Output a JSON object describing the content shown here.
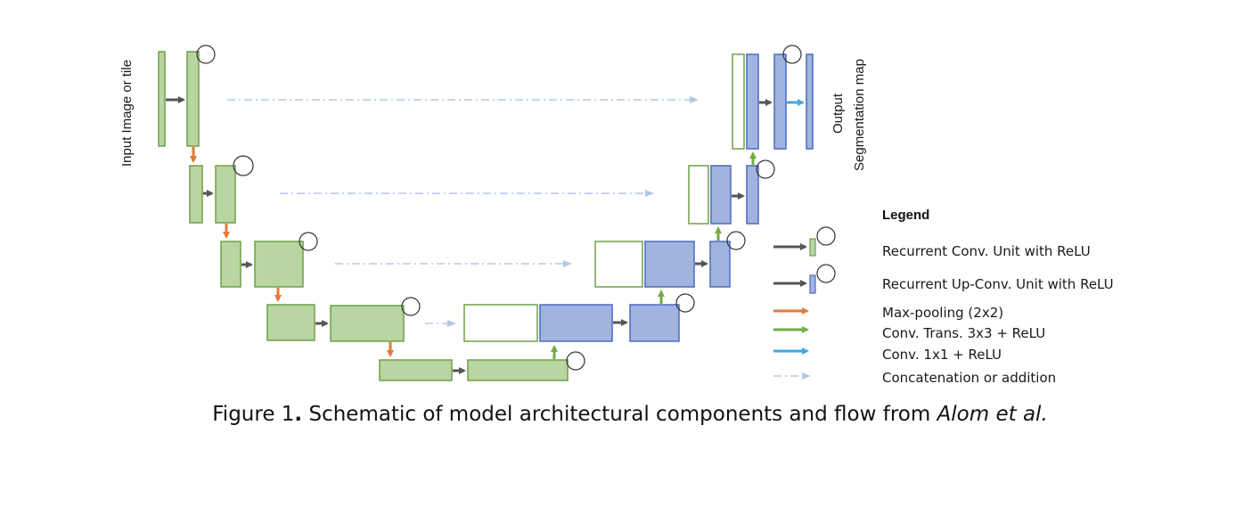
{
  "labels": {
    "input": "Input Image or tile",
    "output_line1": "Output",
    "output_line2": "Segmentation map"
  },
  "legend": {
    "title": "Legend",
    "items": [
      "Recurrent Conv. Unit with ReLU",
      "Recurrent Up-Conv. Unit with ReLU",
      "Max-pooling (2x2)",
      "Conv.  Trans. 3x3 + ReLU",
      "Conv. 1x1 + ReLU",
      "Concatenation or addition"
    ]
  },
  "caption": {
    "prefix": "Figure 1",
    "bold_dot": ".",
    "main": " Schematic of model architectural components and flow from ",
    "italic": "Alom et al."
  },
  "colors": {
    "encoder_fill": "#b9d5a1",
    "encoder_stroke": "#6ea04a",
    "decoder_fill": "#a1b4e0",
    "decoder_stroke": "#4a6bc0",
    "conv_arrow": "#555555",
    "maxpool_arrow": "#e07b39",
    "trans_arrow": "#70ad47",
    "conv1x1_arrow": "#3ea8e8",
    "concat_arrow": "#b4c7e7"
  }
}
